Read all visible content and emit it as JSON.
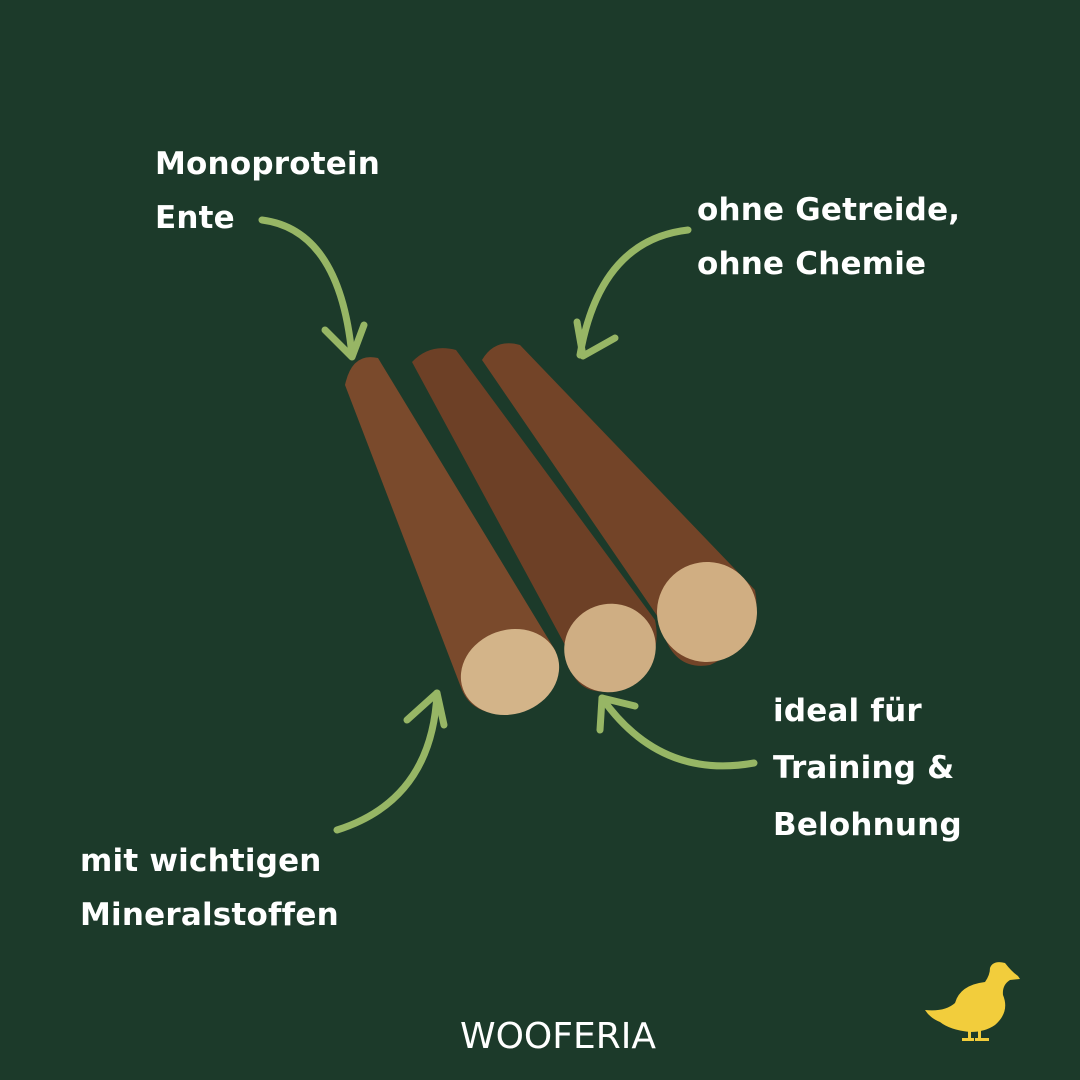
{
  "colors": {
    "background": "#1c3a2a",
    "text": "#ffffff",
    "arrow": "#97b665",
    "stick_dark": "#6e4127",
    "stick_mid": "#8a5636",
    "stick_end": "#d2b48c",
    "duck": "#f2cd3c"
  },
  "labels": {
    "top_left": {
      "line1": "Monoprotein",
      "line2": "Ente"
    },
    "top_right": {
      "line1": "ohne Getreide,",
      "line2": "ohne Chemie"
    },
    "bottom_right": {
      "line1": "ideal für",
      "line2": "Training &",
      "line3": "Belohnung"
    },
    "bottom_left": {
      "line1": "mit wichtigen",
      "line2": "Mineralstoffen"
    }
  },
  "brand": {
    "logo_text": "WOOFERIA"
  },
  "icons": {
    "duck": "duck-icon",
    "arrows": "curved-arrow-icon"
  }
}
